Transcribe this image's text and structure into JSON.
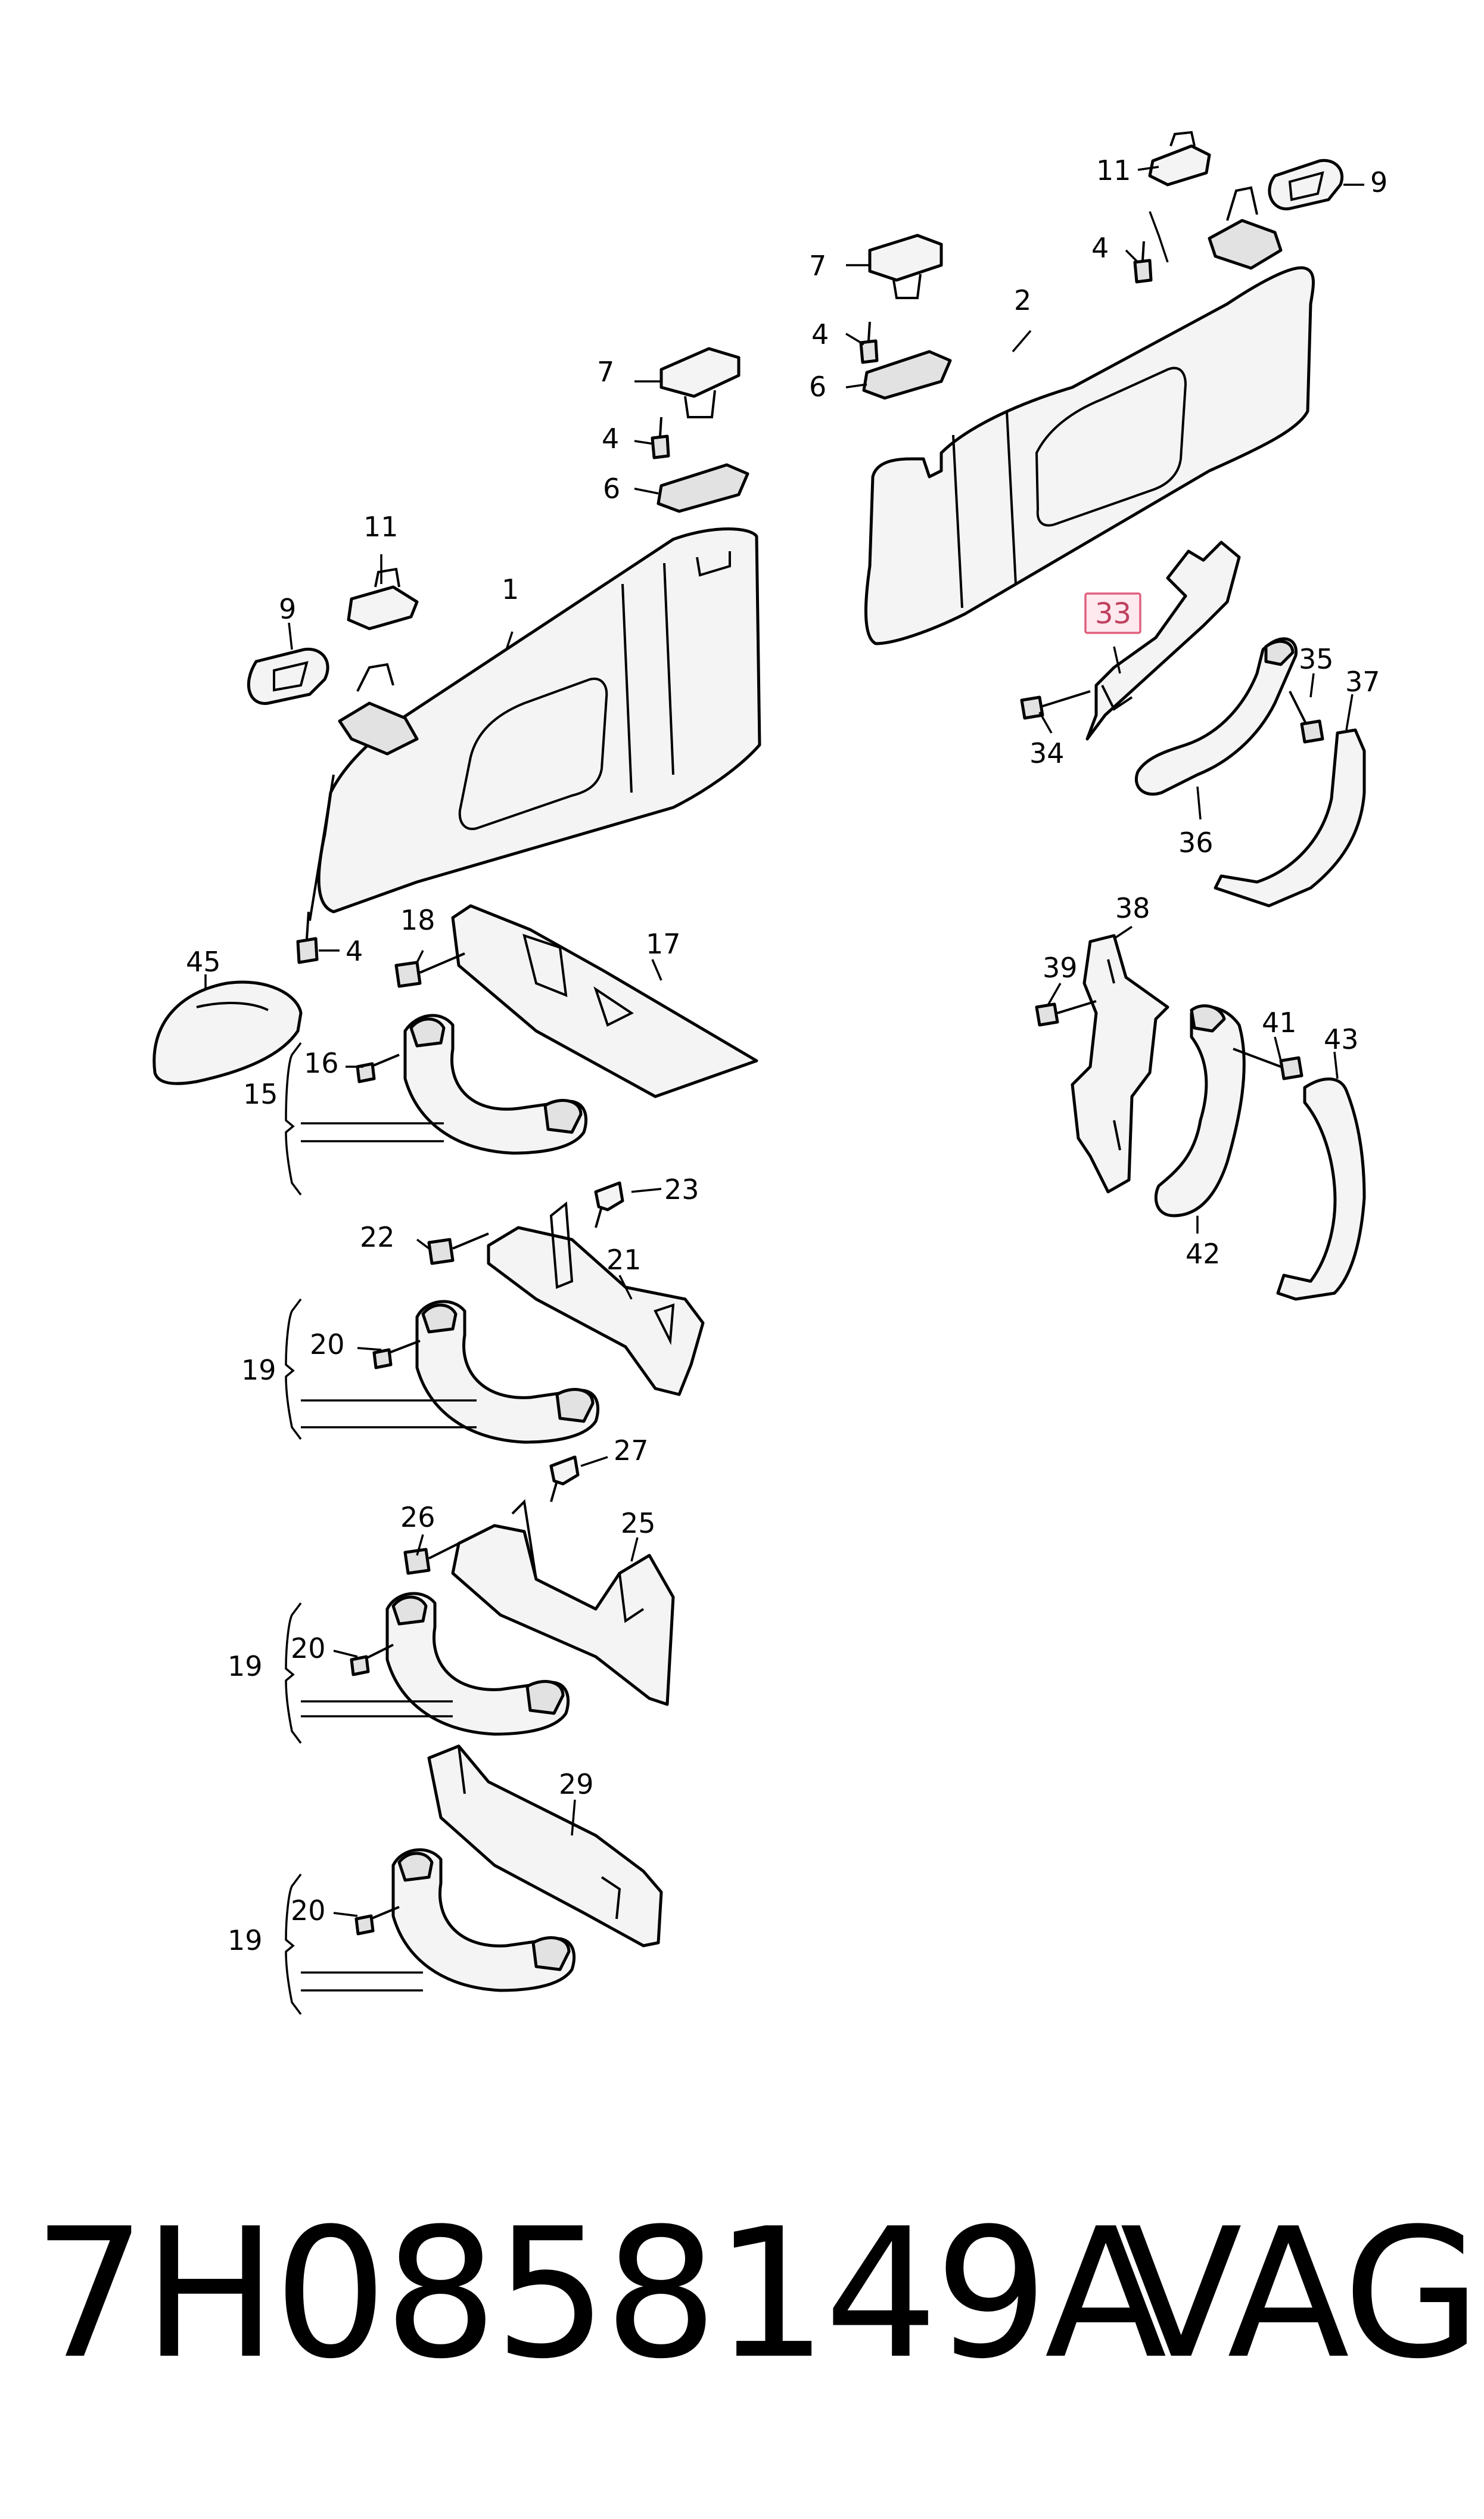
{
  "callouts": {
    "c1": "1",
    "c2": "2",
    "c4a": "4",
    "c4b": "4",
    "c4c": "4",
    "c4d": "4",
    "c6a": "6",
    "c6b": "6",
    "c7a": "7",
    "c7b": "7",
    "c9a": "9",
    "c9b": "9",
    "c11a": "11",
    "c11b": "11",
    "c15": "15",
    "c16": "16",
    "c17": "17",
    "c18": "18",
    "c19a": "19",
    "c19b": "19",
    "c19c": "19",
    "c20a": "20",
    "c20b": "20",
    "c20c": "20",
    "c21": "21",
    "c22": "22",
    "c23": "23",
    "c25": "25",
    "c26": "26",
    "c27": "27",
    "c29": "29",
    "c33": "33",
    "c34": "34",
    "c35": "35",
    "c36": "36",
    "c37": "37",
    "c38": "38",
    "c39": "39",
    "c41": "41",
    "c42": "42",
    "c43": "43",
    "c45": "45"
  },
  "highlighted_callout": "33",
  "footer": {
    "part_number": "7H0858149A",
    "brand": "VAG"
  },
  "colors": {
    "highlight_fill": "#fde9ee",
    "highlight_stroke": "#e0607e"
  }
}
